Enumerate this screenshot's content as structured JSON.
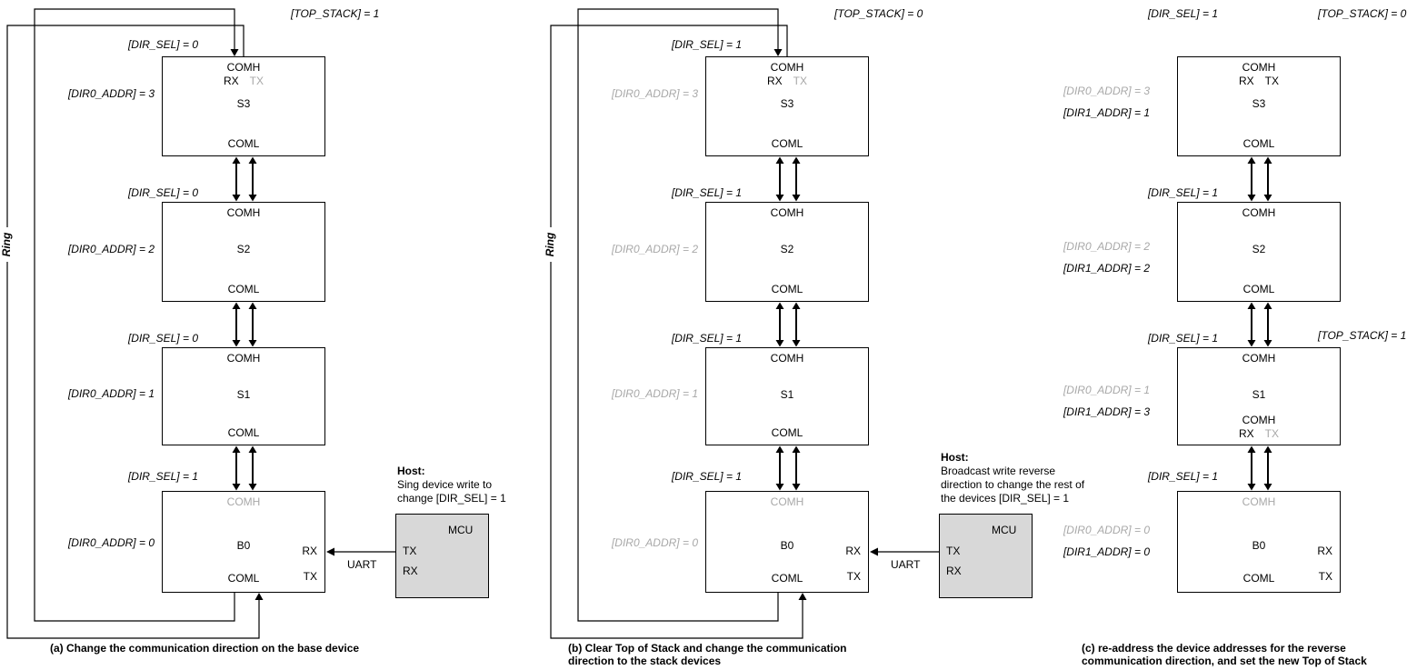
{
  "figure": {
    "background_color": "#ffffff",
    "line_color": "#000000",
    "dim_text_color": "#a8a8a8",
    "mcu_fill_color": "#d8d8d8"
  },
  "panel_a": {
    "ring_label": "Ring",
    "top_stack_label": "[TOP_STACK] = 1",
    "dir_sel_labels": {
      "s3": "[DIR_SEL] = 0",
      "s2": "[DIR_SEL] = 0",
      "s1": "[DIR_SEL] = 0",
      "b0": "[DIR_SEL] = 1"
    },
    "addr_labels": {
      "s3": "[DIR0_ADDR] = 3",
      "s2": "[DIR0_ADDR] = 2",
      "s1": "[DIR0_ADDR] = 1",
      "b0": "[DIR0_ADDR] = 0"
    },
    "boxes": {
      "s3": {
        "comh": "COMH",
        "rx": "RX",
        "tx": "TX",
        "name": "S3",
        "coml": "COML"
      },
      "s2": {
        "comh": "COMH",
        "name": "S2",
        "coml": "COML"
      },
      "s1": {
        "comh": "COMH",
        "name": "S1",
        "coml": "COML"
      },
      "b0": {
        "comh": "COMH",
        "name": "B0",
        "coml": "COML",
        "rx": "RX",
        "tx": "TX"
      }
    },
    "host": {
      "title": "Host:",
      "lines": [
        "Sing device write to",
        "change [DIR_SEL] = 1"
      ]
    },
    "mcu": {
      "name": "MCU",
      "tx": "TX",
      "rx": "RX"
    },
    "uart_label": "UART",
    "caption": [
      "(a) Change the communication direction on the base device"
    ]
  },
  "panel_b": {
    "ring_label": "Ring",
    "top_stack_label": "[TOP_STACK] = 0",
    "dir_sel_labels": {
      "s3": "[DIR_SEL] = 1",
      "s2": "[DIR_SEL] = 1",
      "s1": "[DIR_SEL] = 1",
      "b0": "[DIR_SEL] = 1"
    },
    "addr_labels": {
      "s3": "[DIR0_ADDR] = 3",
      "s2": "[DIR0_ADDR] = 2",
      "s1": "[DIR0_ADDR] = 1",
      "b0": "[DIR0_ADDR] = 0"
    },
    "boxes": {
      "s3": {
        "comh": "COMH",
        "rx": "RX",
        "tx": "TX",
        "name": "S3",
        "coml": "COML"
      },
      "s2": {
        "comh": "COMH",
        "name": "S2",
        "coml": "COML"
      },
      "s1": {
        "comh": "COMH",
        "name": "S1",
        "coml": "COML"
      },
      "b0": {
        "comh": "COMH",
        "name": "B0",
        "coml": "COML",
        "rx": "RX",
        "tx": "TX"
      }
    },
    "host": {
      "title": "Host:",
      "lines": [
        "Broadcast write reverse",
        "direction to change the rest of",
        "the devices [DIR_SEL] = 1"
      ]
    },
    "mcu": {
      "name": "MCU",
      "tx": "TX",
      "rx": "RX"
    },
    "uart_label": "UART",
    "caption": [
      "(b) Clear Top of Stack and change the communication",
      "direction to the stack devices"
    ]
  },
  "panel_c": {
    "dir_sel_top_label": "[DIR_SEL] = 1",
    "top_stack_label": "[TOP_STACK] = 0",
    "top_stack_s1_label": "[TOP_STACK] = 1",
    "dir_sel_labels": {
      "s2": "[DIR_SEL] = 1",
      "s1": "[DIR_SEL] = 1",
      "b0": "[DIR_SEL] = 1"
    },
    "addr0_labels": {
      "s3": "[DIR0_ADDR] = 3",
      "s2": "[DIR0_ADDR] = 2",
      "s1": "[DIR0_ADDR] = 1",
      "b0": "[DIR0_ADDR] = 0"
    },
    "addr1_labels": {
      "s3": "[DIR1_ADDR] = 1",
      "s2": "[DIR1_ADDR] = 2",
      "s1": "[DIR1_ADDR] = 3",
      "b0": "[DIR1_ADDR] = 0"
    },
    "boxes": {
      "s3": {
        "comh": "COMH",
        "rx": "RX",
        "tx": "TX",
        "name": "S3",
        "coml": "COML"
      },
      "s2": {
        "comh": "COMH",
        "name": "S2",
        "coml": "COML"
      },
      "s1": {
        "comh": "COMH",
        "name": "S1",
        "comh2": "COMH",
        "rx": "RX",
        "tx": "TX"
      },
      "b0": {
        "comh": "COMH",
        "name": "B0",
        "coml": "COML",
        "rx": "RX",
        "tx": "TX"
      }
    },
    "caption": [
      "(c) re-address the device addresses for the reverse",
      "communication direction, and set the new Top of Stack"
    ]
  }
}
